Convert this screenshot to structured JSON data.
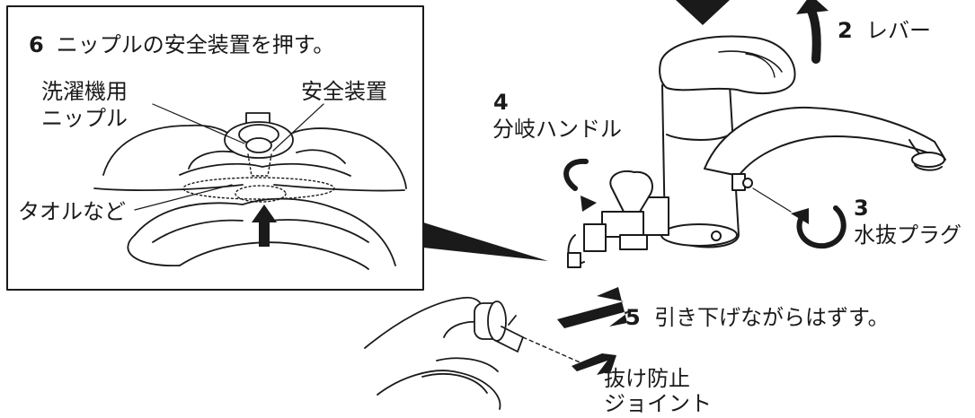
{
  "inset": {
    "step_number": "6",
    "title": "ニップルの安全装置を押す。",
    "labels": {
      "washer_nipple_line1": "洗濯機用",
      "washer_nipple_line2": "ニップル",
      "safety_device": "安全装置",
      "towel": "タオルなど"
    }
  },
  "steps": {
    "lever": {
      "number": "2",
      "label": "レバー"
    },
    "drain_plug": {
      "number": "3",
      "label": "水抜プラグ"
    },
    "branch_handle": {
      "number": "4",
      "label": "分岐ハンドル"
    },
    "pull_down": {
      "number": "5",
      "label": "引き下げながらはずす。"
    }
  },
  "joint": {
    "line1": "抜け防止",
    "line2": "ジョイント"
  }
}
